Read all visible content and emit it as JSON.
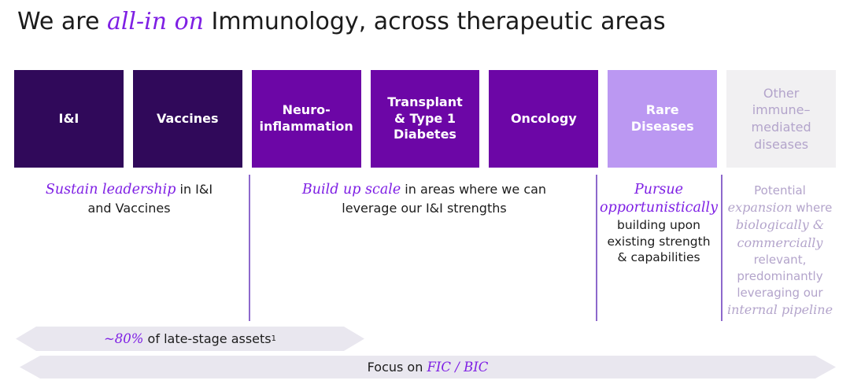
{
  "title": {
    "prefix": "We are ",
    "accent": "all-in on",
    "suffix": " Immunology, across therapeutic areas"
  },
  "boxes": [
    {
      "label_lines": [
        "I&I"
      ]
    },
    {
      "label_lines": [
        "Vaccines"
      ]
    },
    {
      "label_lines": [
        "Neuro-",
        "inflammation"
      ]
    },
    {
      "label_lines": [
        "Transplant",
        "& Type 1",
        "Diabetes"
      ]
    },
    {
      "label_lines": [
        "Oncology"
      ]
    },
    {
      "label_lines": [
        "Rare",
        "Diseases"
      ]
    },
    {
      "label_lines": [
        "Other",
        "immune–",
        "mediated",
        "diseases"
      ]
    }
  ],
  "notes": {
    "sustain": {
      "accent": "Sustain leadership",
      "rest": " in I&I",
      "line2": "and Vaccines"
    },
    "build": {
      "accent": "Build up scale",
      "rest": " in areas where we can",
      "line2": "leverage our I&I strengths"
    },
    "pursue": {
      "accent_line1": "Pursue",
      "accent_line2": "opportunistically",
      "line3": "building upon",
      "line4": "existing strength",
      "line5": "& capabilities"
    },
    "other": {
      "l1": "Potential",
      "l2_italic": "expansion",
      "l2_rest": " where",
      "l3_italic": "biologically &",
      "l4_italic": "commercially",
      "l5": "relevant,",
      "l6": "predominantly",
      "l7": "leveraging our",
      "l8_italic": "internal pipeline"
    }
  },
  "banners": {
    "assets": {
      "accent": "~80%",
      "rest": " of late-stage assets",
      "superscript": "1"
    },
    "focus": {
      "prefix": "Focus on ",
      "accent": "FIC / BIC"
    }
  },
  "colors": {
    "accent_purple": "#7e1fe4",
    "box_dark_purple": "#30095a",
    "box_bright_purple": "#6c06a6",
    "box_light_purple": "#bb98f2",
    "box_gray": "#f1f0f2",
    "muted_lavender_text": "#b3a4cb",
    "divider_purple": "#8d68cc",
    "banner_gray": "#e9e7ef"
  }
}
